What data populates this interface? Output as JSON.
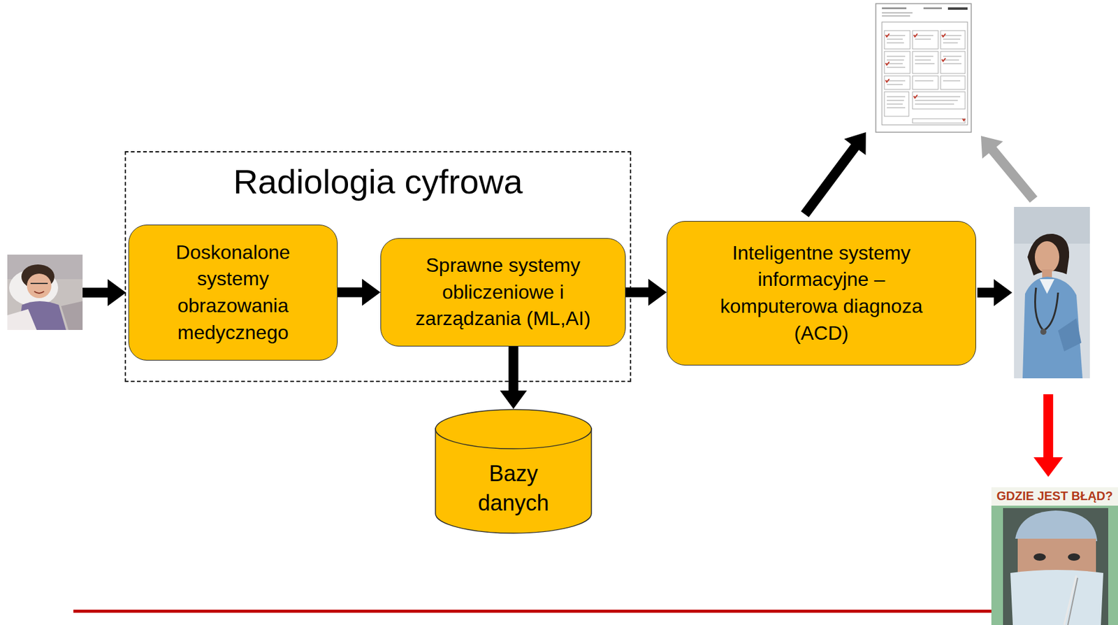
{
  "diagram": {
    "nodes": [
      {
        "text": [
          "Radiologia cyfrowa"
        ]
      },
      {
        "text": [
          "Doskonalone systemy obrazowania medycznego"
        ],
        "in": 0
      },
      {
        "text": [
          "Sprawne systemy obliczeniowe i zarządzania (ML,AI)"
        ],
        "in": 0
      },
      {
        "text": [
          "Bazy danych"
        ]
      },
      {
        "text": [
          "Inteligentne systemy informacyjne – komputerowa diagnoza (ACD)"
        ]
      }
    ],
    "edges": [
      {
        "from": 1,
        "to": 2,
        "arrow": "to"
      },
      {
        "from": 2,
        "to": 3,
        "arrow": "to"
      },
      {
        "from": 2,
        "to": 4,
        "arrow": "to"
      }
    ],
    "labels": [
      "GDZIE JEST BŁĄD?"
    ]
  }
}
